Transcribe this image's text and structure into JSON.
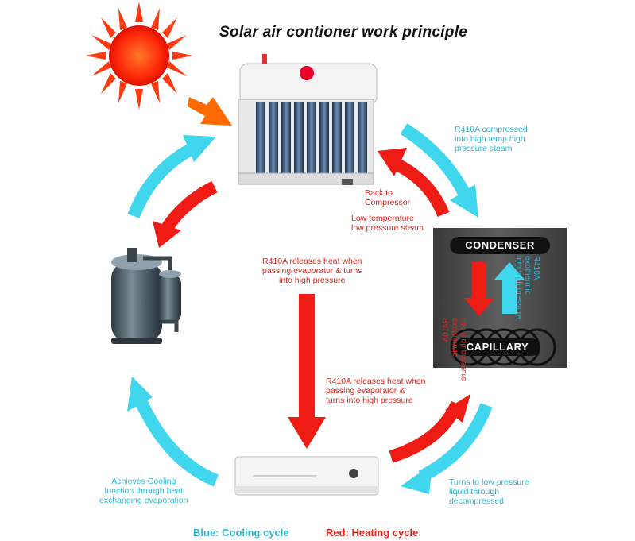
{
  "title": "Solar air contioner work principle",
  "labels": {
    "compressed": "R410A compressed\ninto high temp high\npressure steam",
    "back_to_compressor": "Back to\nCompressor",
    "low_temp": "Low temperature\nlow pressure steam",
    "releases_heat_top": "R410A releases heat when\npassing evaporator & turns\ninto high pressure",
    "releases_heat_mid": "R410A releases heat when\npassing evaporator &\nturns into high pressure",
    "achieves_cooling": "Achieves Cooling\nfunction through heat\nexchanging evaporation",
    "turns_low_pressure": "Turns to low pressure\nliquid through\ndecompressed",
    "condenser": "CONDENSER",
    "capillary": "CAPILLARY",
    "condenser_left_text": "R410A exothermic\ninto high pressure",
    "condenser_right_text": "R410A exothermic\ninto high pressure"
  },
  "legend": {
    "blue": "Blue: Cooling cycle",
    "red": "Red: Heating cycle"
  },
  "colors": {
    "blue": "#3fd6ee",
    "red": "#ee1c14",
    "sun": "#ff2a0a",
    "condenser_bg": "#4a4a4a"
  },
  "icons": [
    "sun-icon",
    "solar-outdoor-unit-icon",
    "compressor-icon",
    "indoor-unit-icon"
  ]
}
